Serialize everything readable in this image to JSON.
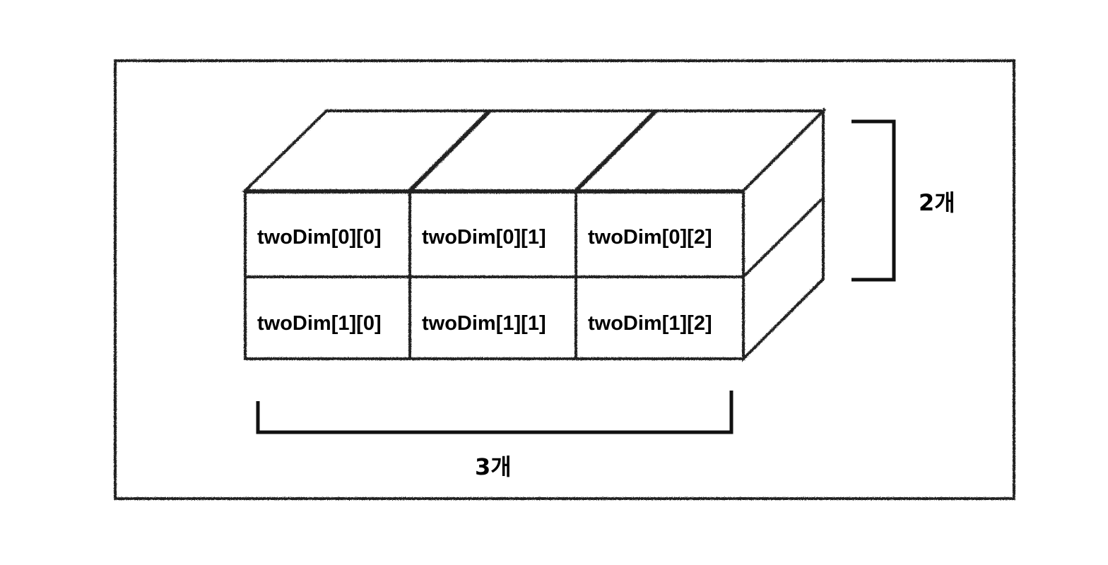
{
  "cells": [
    [
      "twoDim[0][0]",
      "twoDim[0][1]",
      "twoDim[0][2]"
    ],
    [
      "twoDim[1][0]",
      "twoDim[1][1]",
      "twoDim[1][2]"
    ]
  ],
  "row_count_label": "2개",
  "column_count_label": "3개",
  "colors": {
    "stroke": "#222222",
    "background": "#ffffff"
  }
}
